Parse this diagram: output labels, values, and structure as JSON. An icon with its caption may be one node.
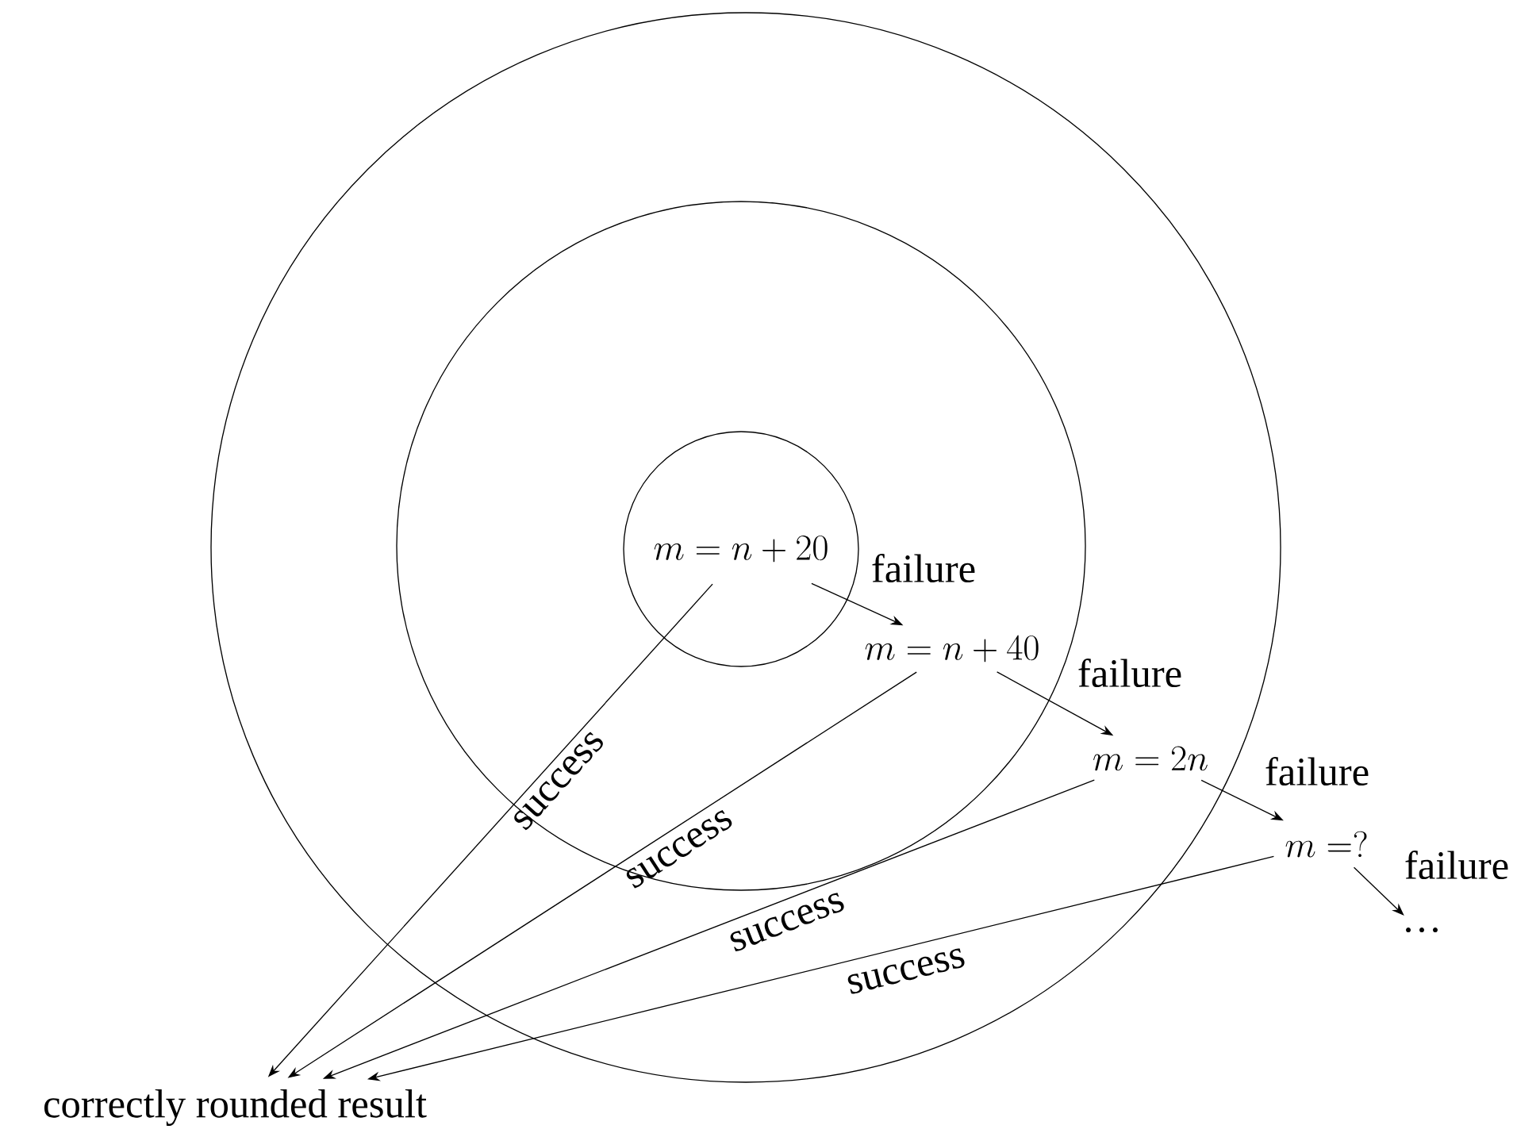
{
  "diagram": {
    "nodes": [
      {
        "text": [],
        "shape": "circle"
      },
      {
        "text": [],
        "shape": "circle",
        "in": 0
      },
      {
        "text": [
          "m = n + 20"
        ],
        "in": 1
      },
      {
        "text": [
          "m = n + 40"
        ],
        "in": 1
      },
      {
        "text": [
          "m = 2n"
        ],
        "in": 0
      },
      {
        "text": [
          "m =?"
        ]
      },
      {
        "text": [
          "…"
        ]
      },
      {
        "text": [
          "correctly rounded result"
        ]
      }
    ],
    "edges": [
      {
        "from": 2,
        "to": 3,
        "arrow": "to",
        "label": "failure"
      },
      {
        "from": 3,
        "to": 4,
        "arrow": "to",
        "label": "failure"
      },
      {
        "from": 4,
        "to": 5,
        "arrow": "to",
        "label": "failure"
      },
      {
        "from": 5,
        "to": 6,
        "arrow": "to",
        "label": "failure"
      },
      {
        "from": 2,
        "to": 7,
        "arrow": "to",
        "label": "success"
      },
      {
        "from": 3,
        "to": 7,
        "arrow": "to",
        "label": "success"
      },
      {
        "from": 4,
        "to": 7,
        "arrow": "to",
        "label": "success"
      },
      {
        "from": 5,
        "to": 7,
        "arrow": "to",
        "label": "success"
      }
    ]
  }
}
